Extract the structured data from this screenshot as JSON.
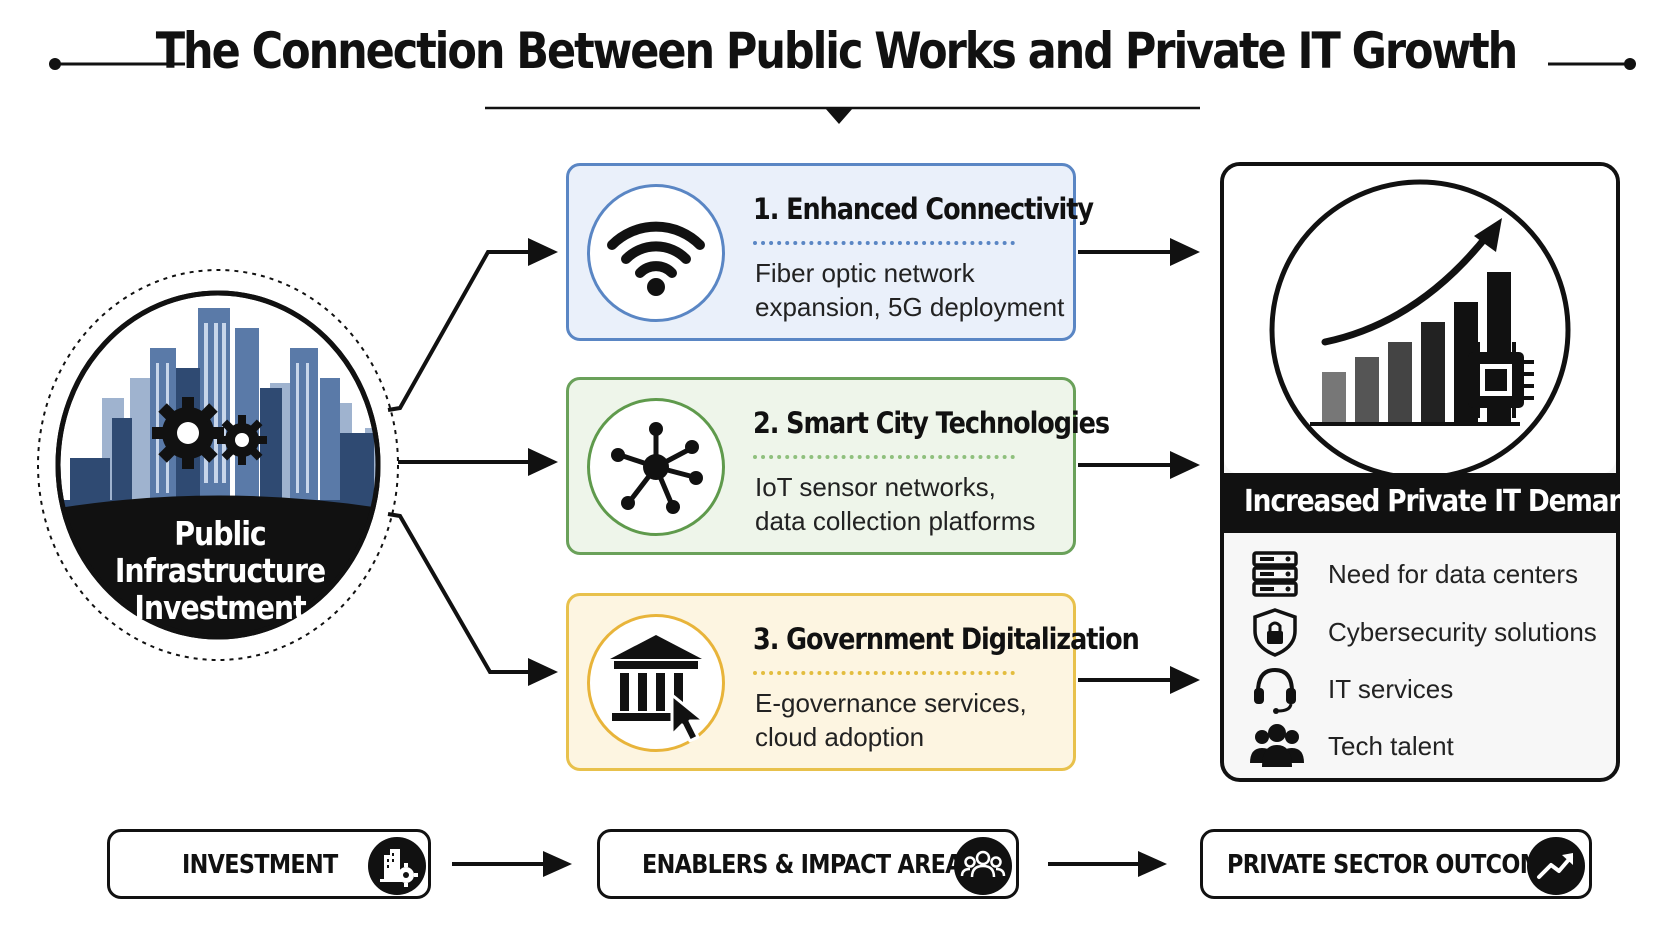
{
  "title": "The Connection Between Public Works and Private IT Growth",
  "source": {
    "label_lines": [
      "Public",
      "Infrastructure",
      "Investment"
    ],
    "icon": "city-skyline-with-gears-icon"
  },
  "enablers": [
    {
      "title": "1. Enhanced Connectivity",
      "desc_lines": [
        "Fiber optic network",
        "expansion, 5G deployment"
      ],
      "icon": "wifi-icon",
      "color": "#5a86c4",
      "fill": "#eaf0fa"
    },
    {
      "title": "2. Smart City Technologies",
      "desc_lines": [
        "IoT sensor networks,",
        "data collection platforms"
      ],
      "icon": "network-hub-icon",
      "color": "#6aa15a",
      "fill": "#eef5ea"
    },
    {
      "title": "3. Government Digitalization",
      "desc_lines": [
        "E-governance services,",
        "cloud adoption"
      ],
      "icon": "government-building-cursor-icon",
      "color": "#e8c14c",
      "fill": "#fdf5e1"
    }
  ],
  "outcome": {
    "title": "Increased Private IT Demand",
    "icon": "growth-bar-chart-chip-icon",
    "needs": [
      {
        "label": "Need for data centers",
        "icon": "server-rack-icon"
      },
      {
        "label": "Cybersecurity solutions",
        "icon": "shield-lock-icon"
      },
      {
        "label": "IT services",
        "icon": "headset-icon"
      },
      {
        "label": "Tech talent",
        "icon": "people-group-icon"
      }
    ]
  },
  "stages": [
    {
      "label": "INVESTMENT",
      "icon": "building-gear-icon"
    },
    {
      "label": "ENABLERS & IMPACT AREAS",
      "icon": "people-group-icon"
    },
    {
      "label": "PRIVATE SECTOR OUTCOME",
      "icon": "trend-up-arrow-icon"
    }
  ],
  "colors": {
    "ink": "#111111",
    "connectivity": "#5a86c4",
    "smart_city": "#6aa15a",
    "digitalization": "#e8c14c",
    "skyline": "#2f4a72"
  }
}
